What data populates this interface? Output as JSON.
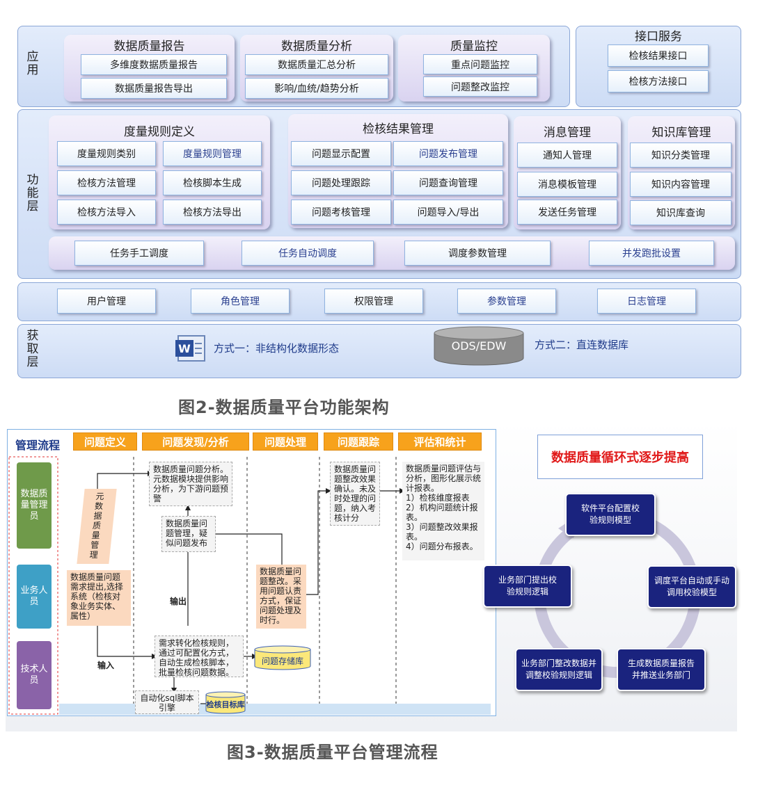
{
  "fig2": {
    "app_layer": {
      "label": "应用",
      "groups": [
        {
          "title": "数据质量报告",
          "items": [
            "多维度数据质量报告",
            "数据质量报告导出"
          ]
        },
        {
          "title": "数据质量分析",
          "items": [
            "数据质量汇总分析",
            "影响/血统/趋势分析"
          ]
        },
        {
          "title": "质量监控",
          "items": [
            "重点问题监控",
            "问题整改监控"
          ]
        }
      ],
      "interface": {
        "title": "接口服务",
        "items": [
          "检核结果接口",
          "检核方法接口"
        ]
      }
    },
    "func_layer": {
      "label": "功能层",
      "groups": [
        {
          "title": "度量规则定义",
          "items": [
            "度量规则类别",
            "度量规则管理",
            "检核方法管理",
            "检核脚本生成",
            "检核方法导入",
            "检核方法导出"
          ]
        },
        {
          "title": "检核结果管理",
          "items": [
            "问题显示配置",
            "问题发布管理",
            "问题处理跟踪",
            "问题查询管理",
            "问题考核管理",
            "问题导入/导出"
          ]
        },
        {
          "title": "消息管理",
          "items": [
            "通知人管理",
            "消息模板管理",
            "发送任务管理"
          ]
        },
        {
          "title": "知识库管理",
          "items": [
            "知识分类管理",
            "知识内容管理",
            "知识库查询"
          ]
        }
      ],
      "schedule": [
        "任务手工调度",
        "任务自动调度",
        "调度参数管理",
        "并发跑批设置"
      ]
    },
    "sys_layer": {
      "items": [
        "用户管理",
        "角色管理",
        "权限管理",
        "参数管理",
        "日志管理"
      ]
    },
    "acq_layer": {
      "label": "获取层",
      "way1": "方式一：非结构化数据形态",
      "db": "ODS/EDW",
      "way2": "方式二：直连数据库"
    },
    "caption": "图2-数据质量平台功能架构"
  },
  "fig3": {
    "flow": {
      "title": "管理流程",
      "phases": [
        "问题定义",
        "问题发现/分析",
        "问题处理",
        "问题跟踪",
        "评估和统计"
      ],
      "roles": [
        "数据质量管理员",
        "业务人员",
        "技术人员"
      ],
      "vertical_label": "元数据质量管理",
      "boxes": {
        "req": "数据质量问题需求提出,选择系统（检核对象业务实体、属性）",
        "analysis": "数据质量问题分析。元数据模块提供影响分析，为下游问题预警",
        "publish": "数据质量问题管理，疑似问题发布",
        "convert": "需求转化检核规则，通过可配置化方式，自动生成检核脚本，批量检核问题数据。",
        "rectify": "数据质量问题整改。采用问题认责方式，保证问题处理及时行。",
        "confirm": "数据质量问题整改效果确认。未及时处理的问题，纳入考核计分",
        "stats": [
          "数据质量问题评估与分析，图形化展示统计报表。",
          "1）检核维度报表",
          "2）机构问题统计报表。",
          "3）问题整改效果报表。",
          "4）问题分布报表。"
        ],
        "engine": "自动化sql脚本引擎",
        "store": "问题存储库",
        "target": "检核目标库"
      },
      "labels": {
        "output": "输出",
        "input": "输入"
      }
    },
    "cycle": {
      "title": "数据质量循环式逐步提高",
      "steps": [
        "软件平台配置校验规则模型",
        "调度平台自动或手动调用校验模型",
        "生成数据质量报告并推送业务部门",
        "业务部门整改数据并调整校验规则逻辑",
        "业务部门提出校验规则逻辑"
      ]
    },
    "caption": "图3-数据质量平台管理流程"
  }
}
